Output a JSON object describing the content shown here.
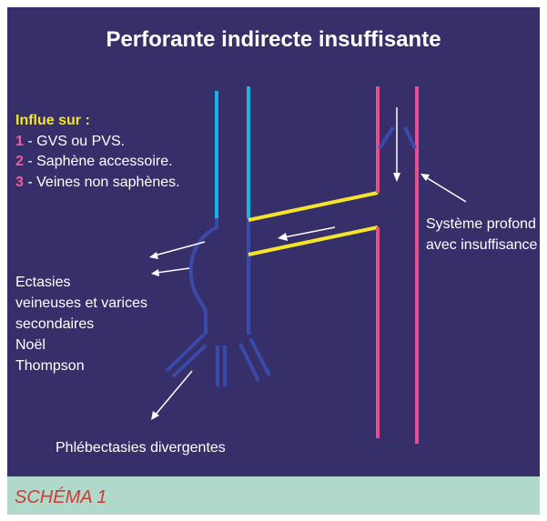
{
  "title": "Perforante indirecte insuffisante",
  "influe": {
    "heading": "Influe sur :",
    "items": [
      {
        "num": "1",
        "text": " - GVS ou PVS."
      },
      {
        "num": "2",
        "text": " -  Saphène accessoire."
      },
      {
        "num": "3",
        "text": " - Veines non saphènes."
      }
    ]
  },
  "labels": {
    "systeme_line1": "Système profond",
    "systeme_line2": "avec insuffisance",
    "ectasies": [
      "Ectasies",
      "veineuses et varices",
      "secondaires",
      "Noël",
      "Thompson"
    ],
    "phlebectasies": "Phlébectasies divergentes"
  },
  "caption": "SCHÉMA 1",
  "colors": {
    "background": "#372f6a",
    "title": "#ffffff",
    "highlight_yellow": "#f5e52a",
    "number_pink": "#ee5e9d",
    "deep_vein_pink": "#e94d8f",
    "superficial_cyan": "#12b6e0",
    "vein_blue": "#3a4aa8",
    "caption_bar": "#b0d8cb",
    "caption_text": "#d23a33"
  }
}
